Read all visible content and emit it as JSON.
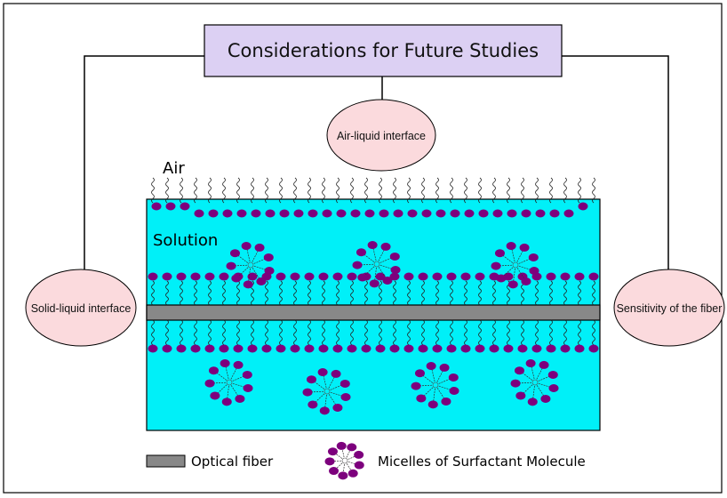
{
  "title": "Considerations for Future Studies",
  "considerations": {
    "air_liquid": "Air-liquid interface",
    "solid_liquid": "Solid-liquid interface",
    "sensitivity": "Sensitivity of the fiber"
  },
  "phases": {
    "air": "Air",
    "solution": "Solution"
  },
  "legend": {
    "fiber": "Optical fiber",
    "micelle": "Micelles of Surfactant Molecule"
  },
  "colors": {
    "title_box": "#dcd0f3",
    "ellipse": "#fbdadd",
    "solution": "#00f0f8",
    "fiber": "#888888",
    "surfactant_head": "#7d007d"
  }
}
